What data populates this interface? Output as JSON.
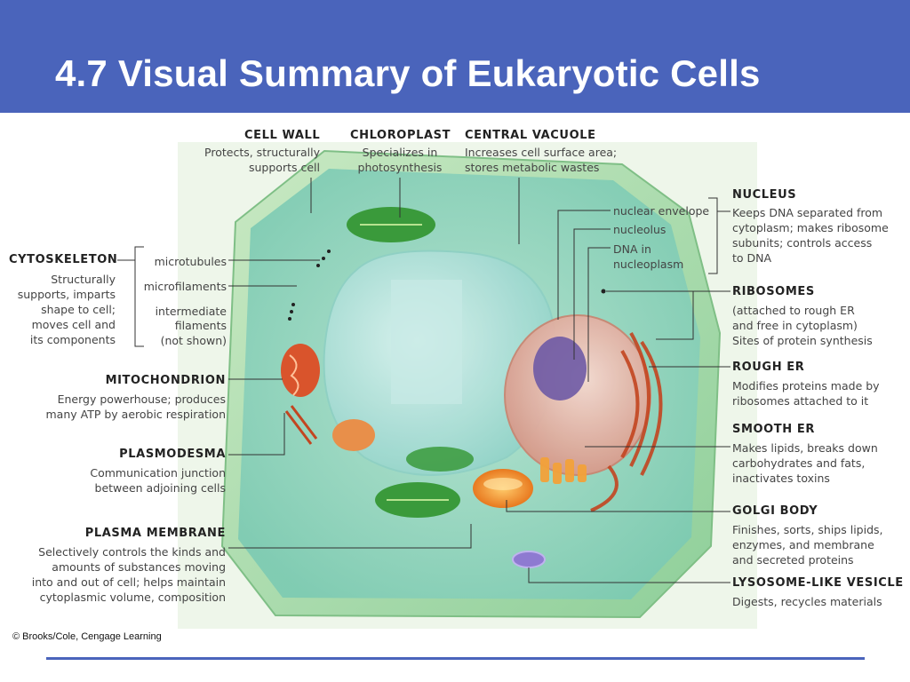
{
  "slide": {
    "title": "4.7 Visual Summary of Eukaryotic Cells",
    "credit": "© Brooks/Cole, Cengage Learning",
    "colors": {
      "title_bar": "#4a64bb",
      "title_text": "#ffffff",
      "rule": "#4a64bb"
    }
  },
  "labels": {
    "cell_wall": {
      "title": "CELL WALL",
      "lines": [
        "Protects, structurally",
        "supports cell"
      ]
    },
    "chloroplast": {
      "title": "CHLOROPLAST",
      "lines": [
        "Specializes in",
        "photosynthesis"
      ]
    },
    "central_vacuole": {
      "title": "CENTRAL VACUOLE",
      "lines": [
        "Increases cell surface area;",
        "stores metabolic wastes"
      ]
    },
    "nucleus": {
      "title": "NUCLEUS",
      "lines": [
        "Keeps DNA separated from",
        "cytoplasm; makes ribosome",
        "subunits; controls access",
        "to DNA"
      ],
      "parts": [
        "nuclear envelope",
        "nucleolus",
        "DNA in",
        "nucleoplasm"
      ]
    },
    "cytoskeleton": {
      "title": "CYTOSKELETON",
      "lines": [
        "Structurally",
        "supports, imparts",
        "shape to cell;",
        "moves cell and",
        "its components"
      ],
      "parts": [
        "microtubules",
        "microfilaments",
        "intermediate",
        "filaments",
        "(not shown)"
      ]
    },
    "ribosomes": {
      "title": "RIBOSOMES",
      "lines": [
        "(attached to rough ER",
        "and free in cytoplasm)",
        "Sites of protein synthesis"
      ]
    },
    "mitochondrion": {
      "title": "MITOCHONDRION",
      "lines": [
        "Energy powerhouse; produces",
        "many ATP by aerobic respiration"
      ]
    },
    "rough_er": {
      "title": "ROUGH ER",
      "lines": [
        "Modifies proteins made by",
        "ribosomes attached to it"
      ]
    },
    "smooth_er": {
      "title": "SMOOTH ER",
      "lines": [
        "Makes lipids, breaks down",
        "carbohydrates and fats,",
        "inactivates toxins"
      ]
    },
    "plasmodesma": {
      "title": "PLASMODESMA",
      "lines": [
        "Communication junction",
        "between adjoining cells"
      ]
    },
    "golgi_body": {
      "title": "GOLGI BODY",
      "lines": [
        "Finishes, sorts, ships lipids,",
        "enzymes, and membrane",
        "and secreted proteins"
      ]
    },
    "plasma_membrane": {
      "title": "PLASMA MEMBRANE",
      "lines": [
        "Selectively controls the kinds and",
        "amounts of substances moving",
        "into and out of cell; helps maintain",
        "cytoplasmic volume, composition"
      ]
    },
    "lysosome": {
      "title": "LYSOSOME-LIKE VESICLE",
      "lines": [
        "Digests, recycles materials"
      ]
    }
  }
}
